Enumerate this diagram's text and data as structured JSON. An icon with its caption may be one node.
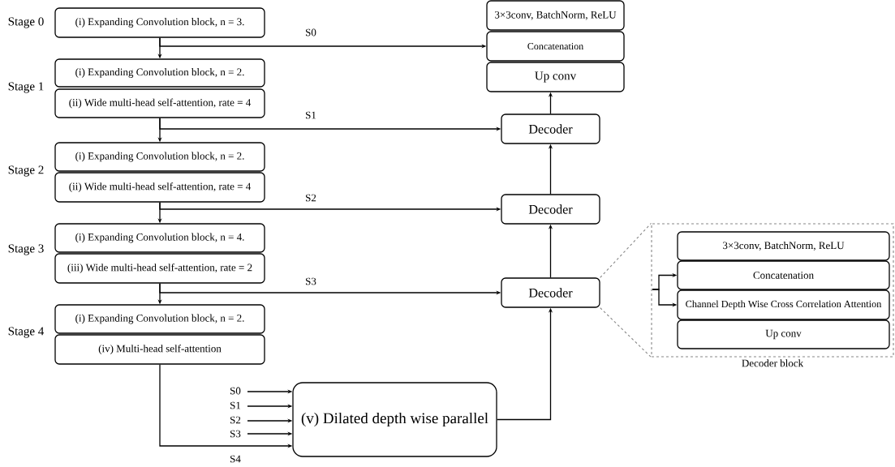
{
  "diagram": {
    "nodes": [
      {
        "text": [
          "(i) Expanding Convolution block, n = 3."
        ]
      },
      {
        "text": [
          "(i) Expanding Convolution block, n = 2."
        ]
      },
      {
        "text": [
          "(ii) Wide multi-head self-attention, rate = 4"
        ]
      },
      {
        "text": [
          "(i) Expanding Convolution block, n = 2."
        ]
      },
      {
        "text": [
          "(ii) Wide multi-head self-attention, rate = 4"
        ]
      },
      {
        "text": [
          "(i) Expanding Convolution block, n = 4."
        ]
      },
      {
        "text": [
          "(iii) Wide multi-head self-attention, rate = 2"
        ]
      },
      {
        "text": [
          "(i) Expanding Convolution block, n = 2."
        ]
      },
      {
        "text": [
          "(iv) Multi-head self-attention"
        ]
      },
      {
        "text": [
          "(v) Dilated depth wise parallel"
        ]
      },
      {
        "text": [
          "3×3conv, BatchNorm, ReLU"
        ]
      },
      {
        "text": [
          "Concatenation"
        ]
      },
      {
        "text": [
          "Up conv"
        ]
      },
      {
        "text": [
          "Decoder"
        ]
      },
      {
        "text": [
          "Decoder"
        ]
      },
      {
        "text": [
          "Decoder"
        ]
      },
      {
        "text": [
          "Decoder block"
        ]
      },
      {
        "text": [
          "3×3conv, BatchNorm, ReLU"
        ],
        "in": 16
      },
      {
        "text": [
          "Concatenation"
        ],
        "in": 16
      },
      {
        "text": [
          "Channel Depth Wise Cross Correlation Attention"
        ],
        "in": 16
      },
      {
        "text": [
          "Up conv"
        ],
        "in": 16
      }
    ],
    "edges": [
      {
        "from": 0,
        "to": 1,
        "arrow": "to"
      },
      {
        "from": 0,
        "to": 11,
        "arrow": "to",
        "label": "S0"
      },
      {
        "from": 2,
        "to": 3,
        "arrow": "to"
      },
      {
        "from": 2,
        "to": 13,
        "arrow": "to",
        "label": "S1"
      },
      {
        "from": 4,
        "to": 5,
        "arrow": "to"
      },
      {
        "from": 4,
        "to": 14,
        "arrow": "to",
        "label": "S2"
      },
      {
        "from": 6,
        "to": 7,
        "arrow": "to"
      },
      {
        "from": 6,
        "to": 15,
        "arrow": "to",
        "label": "S3"
      },
      {
        "from": 8,
        "to": 9,
        "arrow": "to",
        "label": "S4"
      },
      {
        "from": null,
        "to": 9,
        "arrow": "to",
        "label": "S0"
      },
      {
        "from": null,
        "to": 9,
        "arrow": "to",
        "label": "S1"
      },
      {
        "from": null,
        "to": 9,
        "arrow": "to",
        "label": "S2"
      },
      {
        "from": null,
        "to": 9,
        "arrow": "to",
        "label": "S3"
      },
      {
        "from": 9,
        "to": 15,
        "arrow": "to"
      },
      {
        "from": 15,
        "to": 14,
        "arrow": "to"
      },
      {
        "from": 14,
        "to": 13,
        "arrow": "to"
      },
      {
        "from": 13,
        "to": 12,
        "arrow": "to"
      },
      {
        "from": 15,
        "to": 16,
        "arrow": "none",
        "style": "dashed",
        "color": "#888888"
      },
      {
        "from": 15,
        "to": 16,
        "arrow": "none",
        "style": "dashed",
        "color": "#888888"
      },
      {
        "from": null,
        "to": 18,
        "arrow": "to"
      },
      {
        "from": null,
        "to": 19,
        "arrow": "to"
      }
    ],
    "labels": [
      "Stage 0",
      "Stage 1",
      "Stage 2",
      "Stage 3",
      "Stage 4"
    ]
  }
}
